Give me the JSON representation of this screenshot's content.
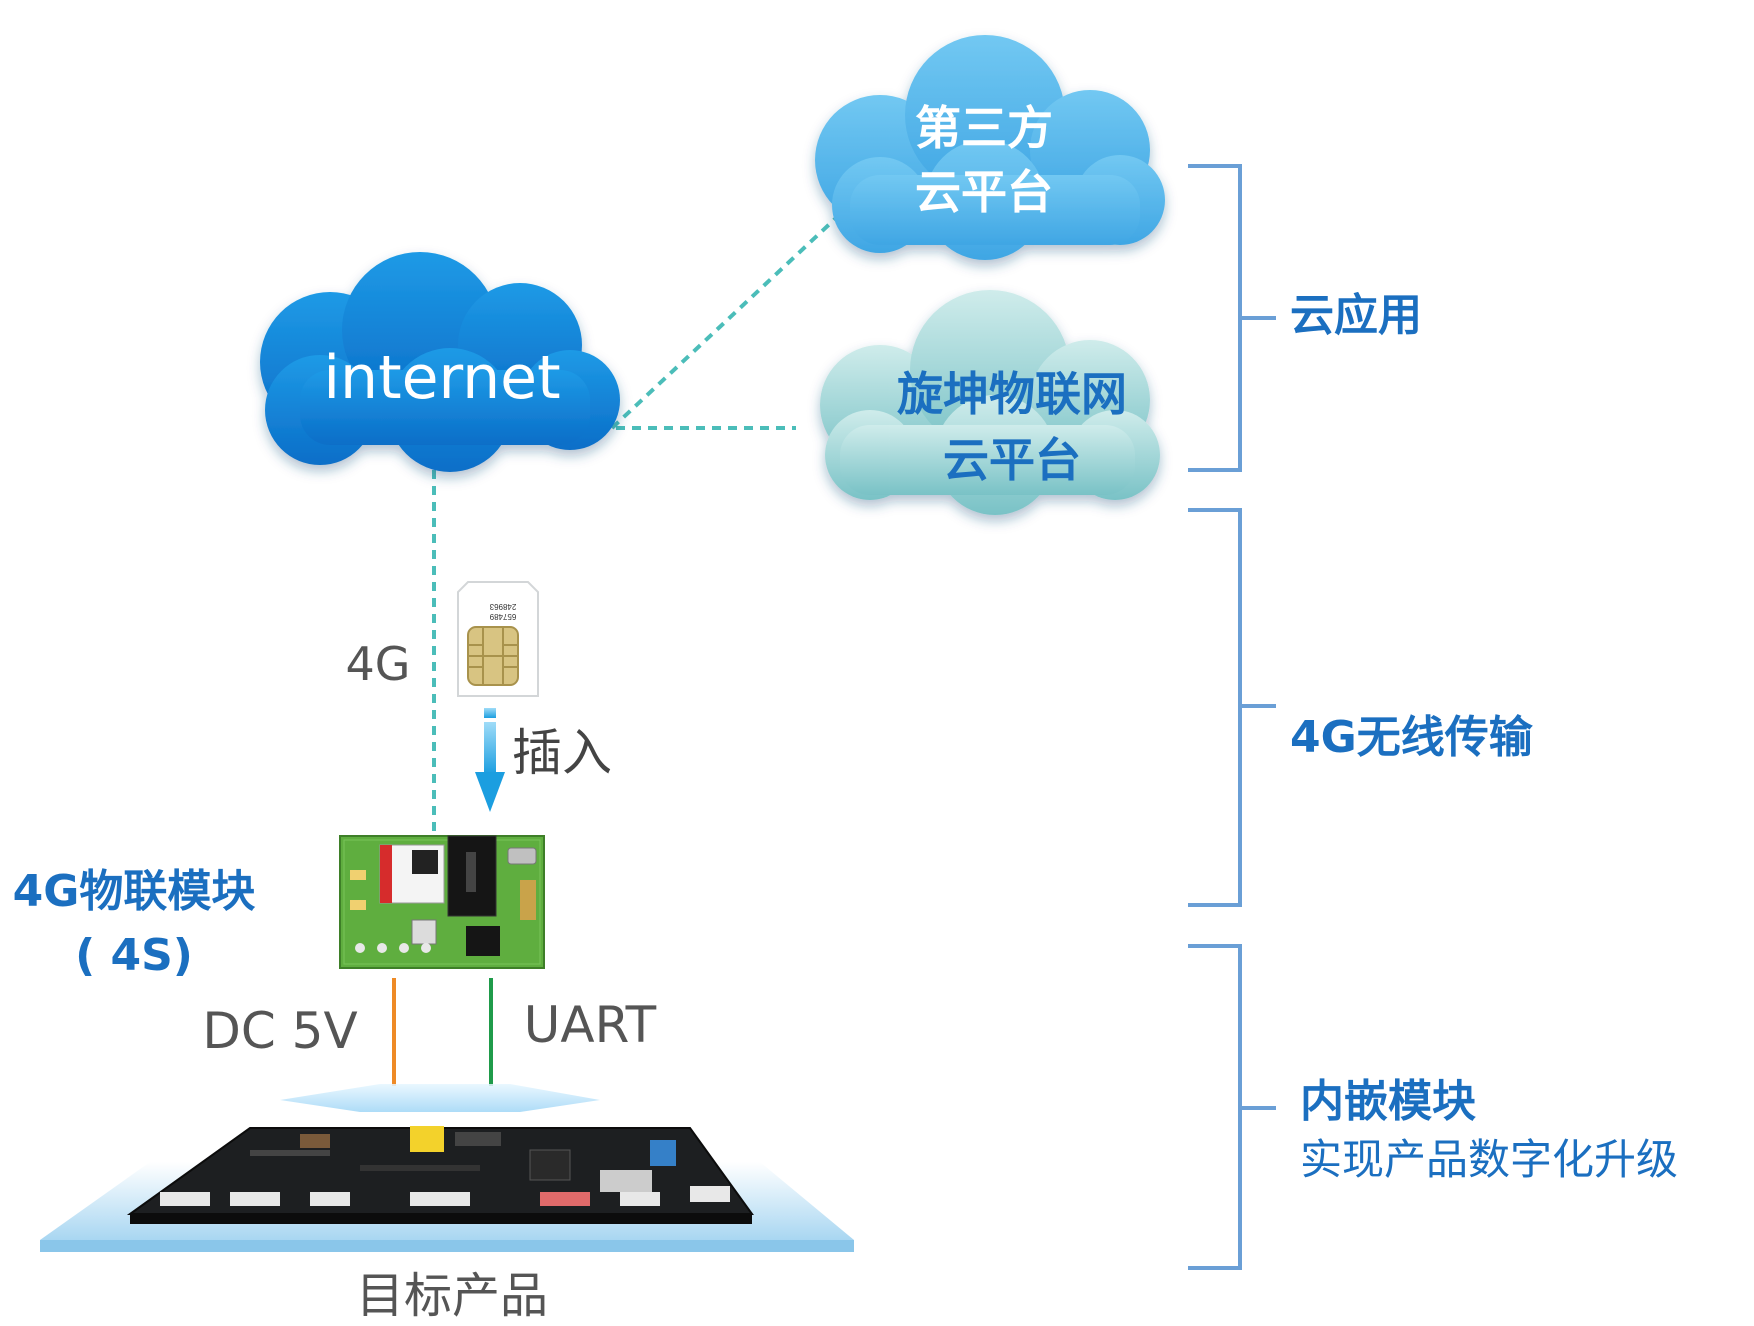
{
  "clouds": {
    "internet": "internet",
    "third_party": [
      "第三方",
      "云平台"
    ],
    "qk_platform": [
      "旋坤物联网",
      "云平台"
    ]
  },
  "links": {
    "network": "4G",
    "insert": "插入",
    "sim_card": [
      "248963",
      "657489"
    ],
    "power": "DC 5V",
    "serial": "UART"
  },
  "module": {
    "name": "4G物联模块",
    "model": "( 4S)"
  },
  "product": "目标产品",
  "layers": {
    "cloud": "云应用",
    "wireless": "4G无线传输",
    "embedded": "内嵌模块",
    "embedded_sub": "实现产品数字化升级"
  },
  "colors": {
    "accent_blue": "#1b6fc0",
    "cloud_blue": "#56b6ea",
    "cloud_teal": "#8fcfcf",
    "dashed_link": "#4bbdb9",
    "bracket": "#6a9fd6",
    "power_line": "#ee8a26",
    "uart_line": "#1f9b4a",
    "arrow": "#2aaae6"
  }
}
